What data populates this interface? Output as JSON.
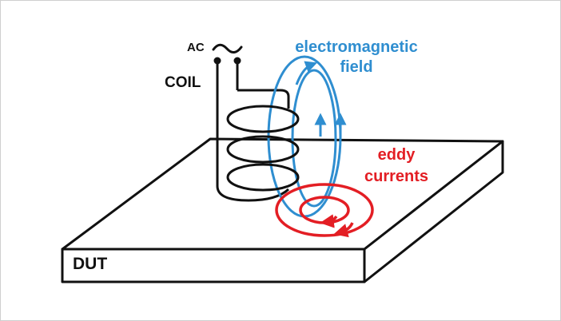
{
  "diagram": {
    "labels": {
      "ac": "AC",
      "coil": "COIL",
      "field_line1": "electromagnetic",
      "field_line2": "field",
      "eddy_line1": "eddy",
      "eddy_line2": "currents",
      "dut": "DUT"
    },
    "colors": {
      "outline": "#111111",
      "field": "#2f8ed0",
      "eddy": "#e31e24",
      "background": "#ffffff"
    },
    "icons": [
      "ac-source-tilde-icon",
      "terminal-dot-icon"
    ]
  }
}
